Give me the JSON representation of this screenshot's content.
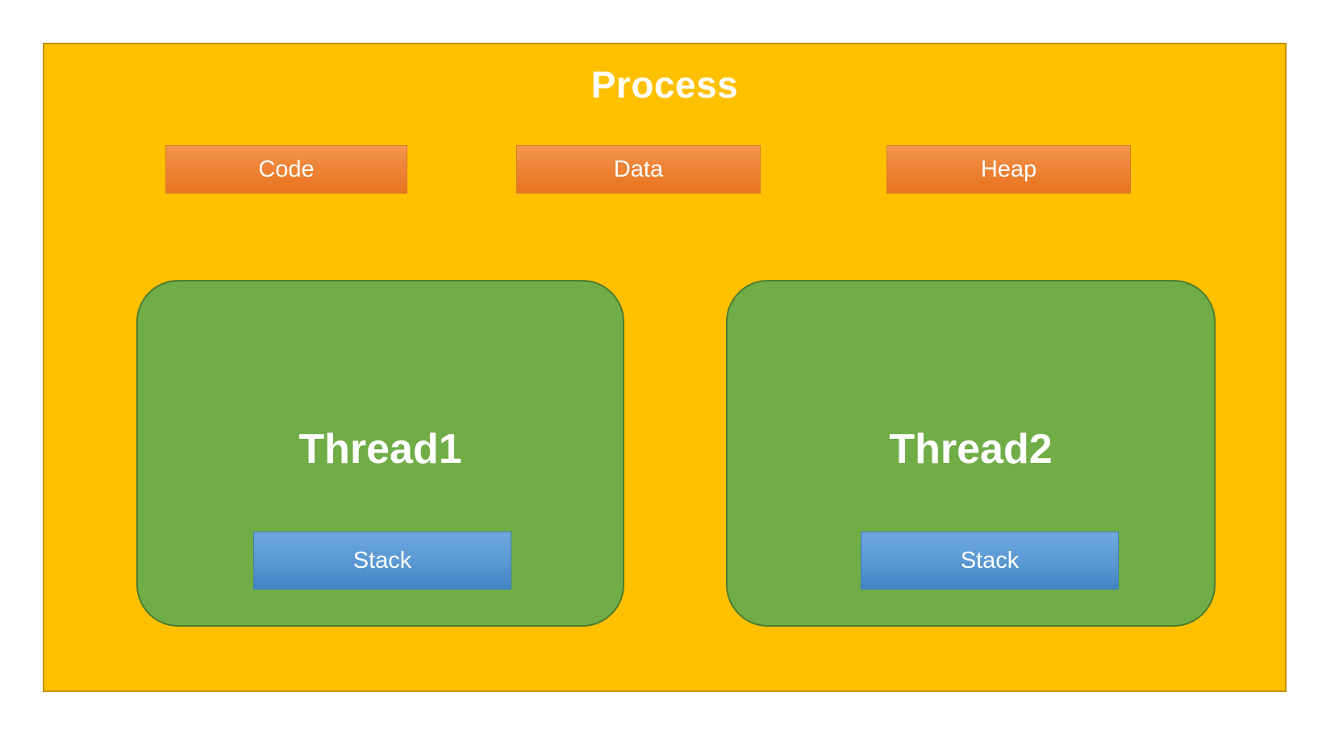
{
  "diagram": {
    "type": "block-diagram",
    "subject": "Process and thread memory layout",
    "colors": {
      "process_fill": "#FFC000",
      "process_border": "#C79400",
      "segment_fill_top": "#F2994F",
      "segment_fill_bottom": "#E8751F",
      "thread_fill": "#70AD47",
      "thread_border": "#4E7C31",
      "stack_fill_top": "#6EA8DD",
      "stack_fill_bottom": "#4285C3",
      "label_text": "#FFFFFF"
    },
    "process": {
      "title": "Process",
      "segments": [
        {
          "label": "Code"
        },
        {
          "label": "Data"
        },
        {
          "label": "Heap"
        }
      ],
      "threads": [
        {
          "label": "Thread1",
          "stack_label": "Stack"
        },
        {
          "label": "Thread2",
          "stack_label": "Stack"
        }
      ]
    }
  }
}
